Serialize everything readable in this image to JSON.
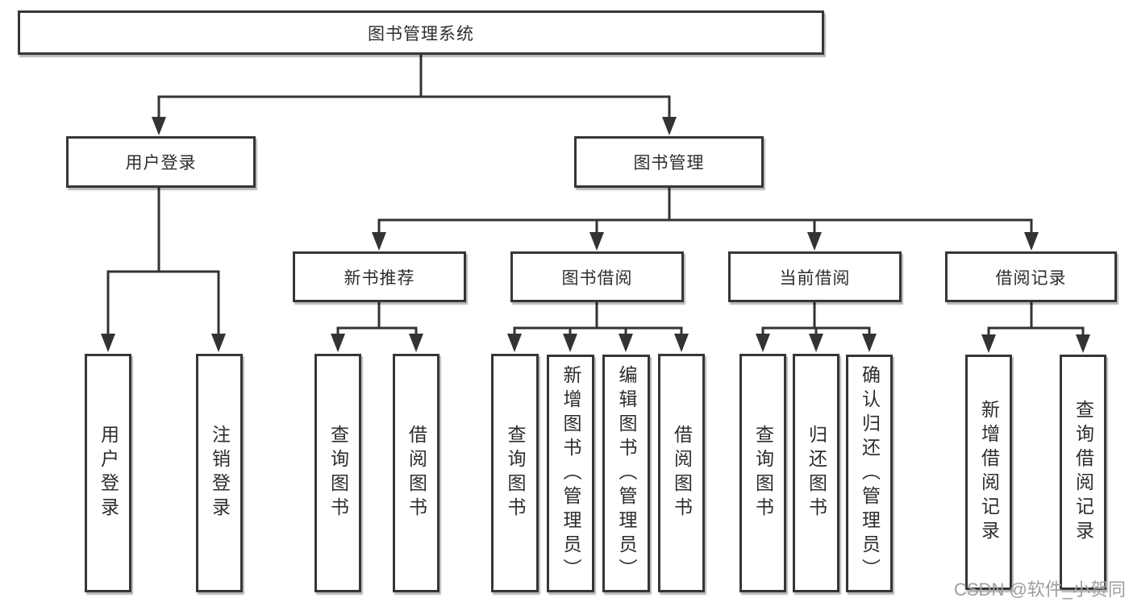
{
  "colors": {
    "line": "#333333",
    "box_border": "#363636",
    "box_fill": "#ffffff",
    "text": "#2d2d2d",
    "watermark_text_color": "#9e9e9e",
    "background": "#ffffff"
  },
  "watermark": {
    "text": "CSDN @软件_小贺同学"
  },
  "diagram": {
    "type": "tree",
    "root": {
      "label": "图书管理系统",
      "children": [
        {
          "label": "用户登录",
          "children": [
            {
              "label": "用户登录"
            },
            {
              "label": "注销登录"
            }
          ]
        },
        {
          "label": "图书管理",
          "children": [
            {
              "label": "新书推荐",
              "children": [
                {
                  "label": "查询图书"
                },
                {
                  "label": "借阅图书"
                }
              ]
            },
            {
              "label": "图书借阅",
              "children": [
                {
                  "label": "查询图书"
                },
                {
                  "label": "新增图书（管理员）"
                },
                {
                  "label": "编辑图书（管理员）"
                },
                {
                  "label": "借阅图书"
                }
              ]
            },
            {
              "label": "当前借阅",
              "children": [
                {
                  "label": "查询图书"
                },
                {
                  "label": "归还图书"
                },
                {
                  "label": "确认归还（管理员）"
                }
              ]
            },
            {
              "label": "借阅记录",
              "children": [
                {
                  "label": "新增借阅记录"
                },
                {
                  "label": "查询借阅记录"
                }
              ]
            }
          ]
        }
      ]
    }
  }
}
